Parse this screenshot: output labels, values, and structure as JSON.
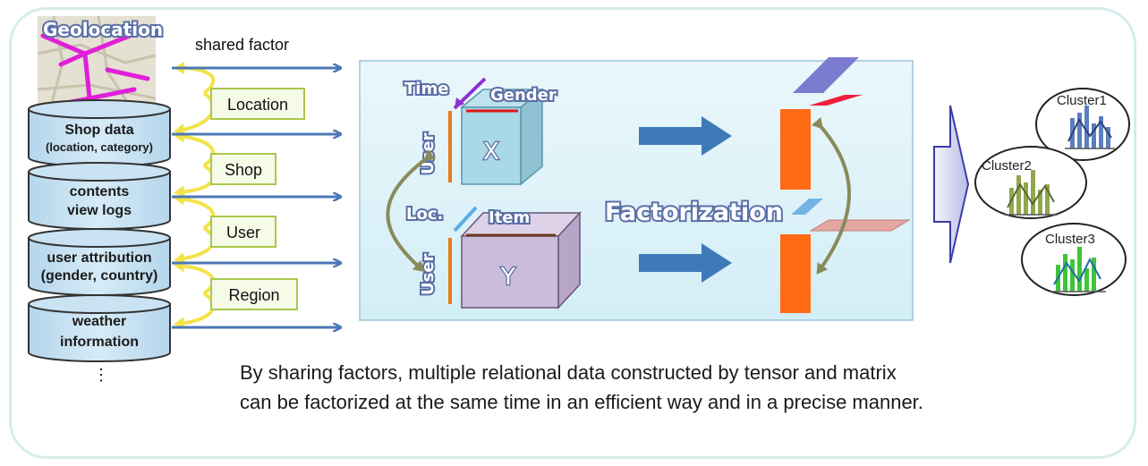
{
  "geolocation_label": "Geolocation",
  "shared_factor_label": "shared factor",
  "databases": [
    {
      "line1": "Shop data",
      "line2": "(location, category)"
    },
    {
      "line1": "contents",
      "line2": "view logs"
    },
    {
      "line1": "user attribution",
      "line2": "(gender, country)"
    },
    {
      "line1": "weather",
      "line2": "information"
    }
  ],
  "ellipsis": "⋮",
  "links": [
    "Location",
    "Shop",
    "User",
    "Region"
  ],
  "tensor": {
    "label": "X",
    "axis_time": "Time",
    "axis_gender": "Gender",
    "axis_user": "User"
  },
  "matrix": {
    "label": "Y",
    "axis_loc": "Loc.",
    "axis_item": "Item",
    "axis_user": "User"
  },
  "factorization_label": "Factorization",
  "clusters": [
    "Cluster1",
    "Cluster2",
    "Cluster3"
  ],
  "caption": {
    "line1": "By sharing factors, multiple relational data constructed by tensor and matrix",
    "line2": "can be factorized at the same time in an efficient way and in a precise manner."
  },
  "colors": {
    "arrow_blue": "#4a78b5",
    "curve_yellow": "#f2e34a",
    "label_box_border": "#a8c84a",
    "label_box_fill": "#f6fbe8",
    "database_fill": "#c5e0f1",
    "panel_fill": "#dff2f8",
    "factor_orange": "#ff6a14",
    "cluster1_bars": "#5b7fbe",
    "cluster2_bars": "#92a64e",
    "cluster3_bars": "#3fc43a"
  }
}
